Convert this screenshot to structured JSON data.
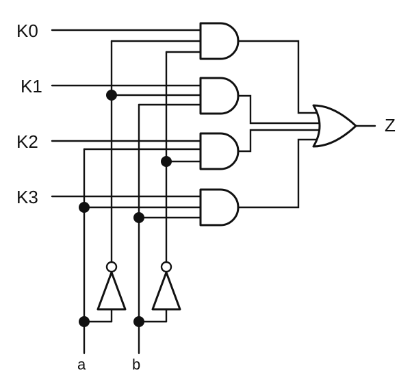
{
  "diagram": {
    "inputs": {
      "k0": "K0",
      "k1": "K1",
      "k2": "K2",
      "k3": "K3"
    },
    "output": "Z",
    "selects": {
      "a": "a",
      "b": "b"
    },
    "gates": [
      "AND",
      "AND",
      "AND",
      "AND",
      "OR",
      "NOT",
      "NOT"
    ]
  }
}
